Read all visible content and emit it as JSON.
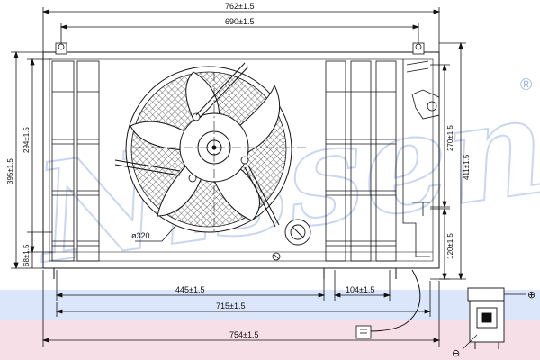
{
  "diagram": {
    "dimensions": {
      "overall_width_top": "762±1.5",
      "inner_width_top": "690±1.5",
      "overall_height_left": "395±1.5",
      "inner_height_left": "294±1.5",
      "small_height_left": "68±1.5",
      "height_right_upper": "270±1.5",
      "height_right_total": "411±1.5",
      "height_right_lower": "120±1.5",
      "width_bottom_left": "445±1.5",
      "width_bottom_mid": "104±1.5",
      "width_bottom_total": "715±1.5",
      "width_bottom_overall": "754±1.5",
      "fan_diameter": "ø320"
    },
    "connector": {
      "plus_symbol": "⊕",
      "minus_symbol": "⊖"
    },
    "watermark": {
      "brand": "Nissens",
      "registered_mark": "®"
    },
    "colors": {
      "watermark": "#9fb6e6",
      "band_blue": "#dbe6fb",
      "band_pink": "#f6dfe6",
      "line": "#111111"
    }
  }
}
